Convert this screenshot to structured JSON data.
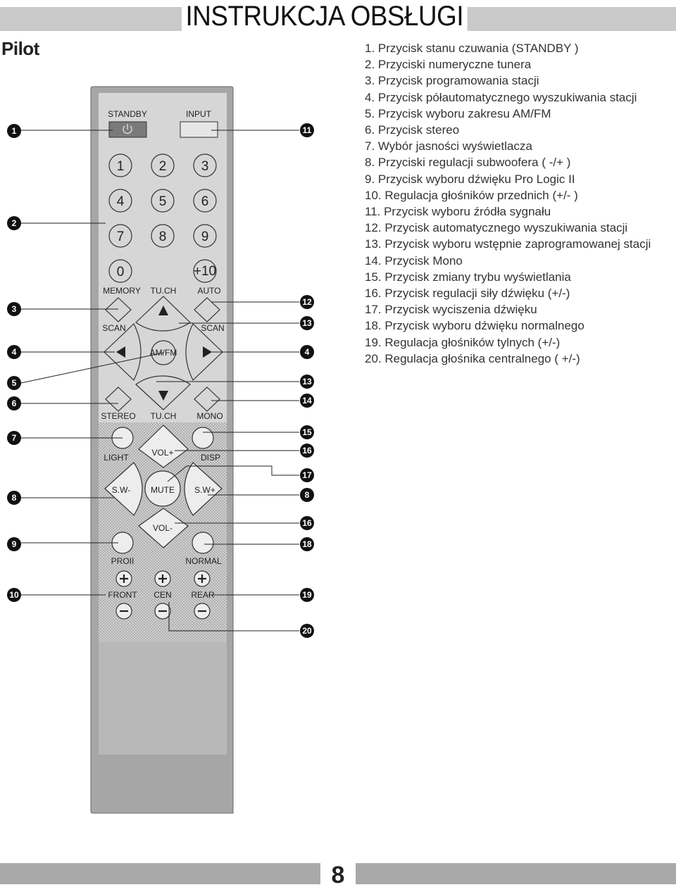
{
  "header": {
    "title": "INSTRUKCJA OBSŁUGI"
  },
  "section_title": "Pilot",
  "legend": [
    "1. Przycisk stanu czuwania (STANDBY )",
    "2. Przyciski numeryczne tunera",
    "3. Przycisk programowania stacji",
    "4. Przycisk półautomatycznego wyszukiwania stacji",
    "5. Przycisk wyboru zakresu AM/FM",
    "6. Przycisk stereo",
    "7. Wybór jasności wyświetlacza",
    "8. Przyciski regulacji subwoofera ( -/+ )",
    "9. Przycisk wyboru dźwięku Pro Logic II",
    "10. Regulacja głośników przednich (+/- )",
    "11. Przycisk wyboru źródła sygnału",
    "12. Przycisk automatycznego wyszukiwania stacji",
    "13. Przycisk wyboru wstępnie zaprogramowanej stacji",
    "14. Przycisk Mono",
    "15. Przycisk zmiany trybu wyświetlania",
    "16. Przycisk regulacji siły dźwięku (+/-)",
    "17. Przycisk wyciszenia dźwięku",
    "18. Przycisk wyboru dźwięku normalnego",
    "19. Regulacja głośników tylnych (+/-)",
    "20. Regulacja głośnika centralnego ( +/-)"
  ],
  "remote": {
    "standby": "STANDBY",
    "input": "INPUT",
    "digits": [
      "1",
      "2",
      "3",
      "4",
      "5",
      "6",
      "7",
      "8",
      "9",
      "0"
    ],
    "plus10": "+10",
    "memory": "MEMORY",
    "tuch_top": "TU.CH",
    "auto": "AUTO",
    "scan_left": "SCAN",
    "scan_right": "SCAN",
    "amfm": "AM/FM",
    "stereo": "STEREO",
    "tuch_bottom": "TU.CH",
    "mono": "MONO",
    "light": "LIGHT",
    "volp": "VOL+",
    "disp": "DISP",
    "swm": "S.W-",
    "mute": "MUTE",
    "swp": "S.W+",
    "volm": "VOL-",
    "proii": "PROII",
    "normal": "NORMAL",
    "front": "FRONT",
    "cen": "CEN",
    "rear": "REAR"
  },
  "callouts_left": [
    "1",
    "2",
    "3",
    "4",
    "5",
    "6",
    "7",
    "8",
    "9",
    "10"
  ],
  "callouts_right": [
    "11",
    "12",
    "13",
    "4",
    "13",
    "14",
    "15",
    "16",
    "17",
    "8",
    "16",
    "18",
    "19",
    "20"
  ],
  "page_number": "8"
}
